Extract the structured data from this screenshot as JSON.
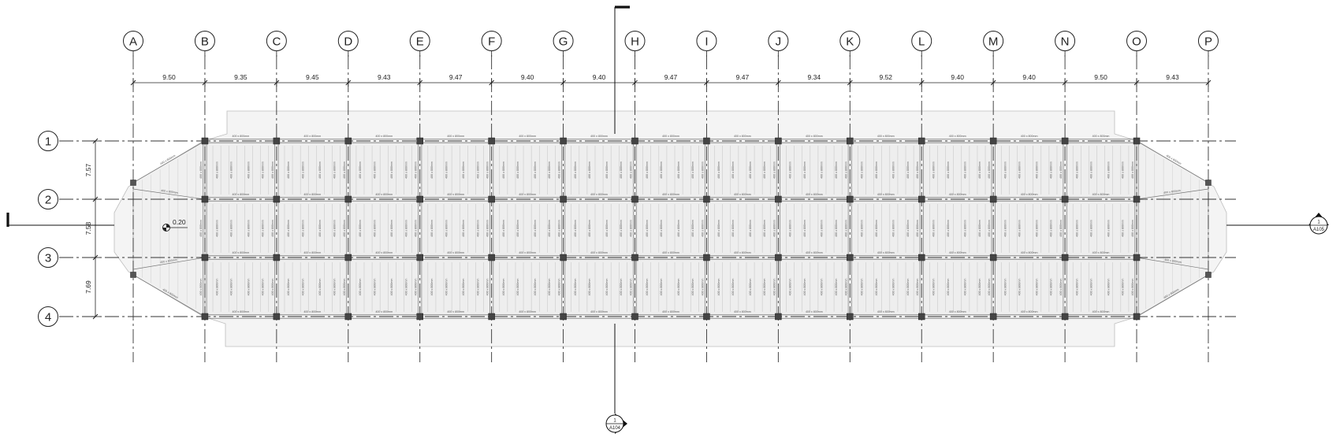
{
  "drawing": {
    "grid_columns": [
      "A",
      "B",
      "C",
      "D",
      "E",
      "F",
      "G",
      "H",
      "I",
      "J",
      "K",
      "L",
      "M",
      "N",
      "O",
      "P"
    ],
    "grid_rows": [
      "1",
      "2",
      "3",
      "4"
    ],
    "column_spacings": [
      "9.50",
      "9.35",
      "9.45",
      "9.43",
      "9.47",
      "9.40",
      "9.40",
      "9.47",
      "9.47",
      "9.34",
      "9.52",
      "9.40",
      "9.40",
      "9.50",
      "9.43"
    ],
    "row_spacings": [
      "7.57",
      "7.58",
      "7.69"
    ],
    "beam_label": "400 x 800mm",
    "joist_label": "400 x 800mm",
    "diagonal_beam_label": "400 x 800mm",
    "level_marker": "0.20",
    "section_tags": {
      "bottom": {
        "number": "1",
        "sheet": "A104"
      },
      "right": {
        "number": "1",
        "sheet": "A105"
      }
    }
  }
}
